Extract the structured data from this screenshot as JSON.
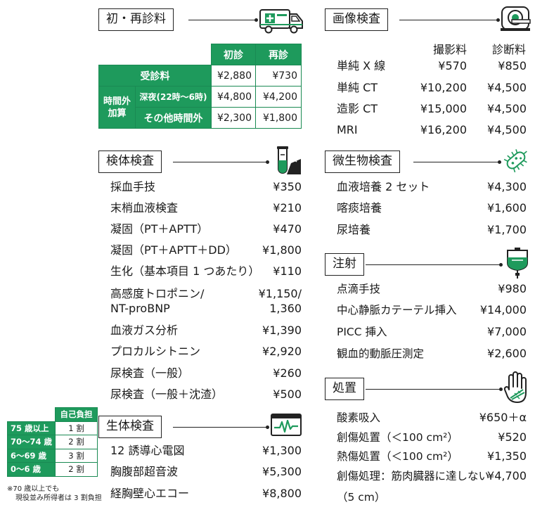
{
  "sections": {
    "shoshin": "初・再診料",
    "kentai": "検体検査",
    "seitai": "生体検査",
    "gazou": "画像検査",
    "biseibutsu": "微生物検査",
    "chusha": "注射",
    "shochi": "処置"
  },
  "fee_table": {
    "col_first": "初診",
    "col_re": "再診",
    "basic_label": "受診料",
    "basic_first": "¥2,880",
    "basic_re": "¥730",
    "overtime_label_1": "時間外",
    "overtime_label_2": "加算",
    "night_label": "深夜(22時〜6時)",
    "night_first": "¥4,800",
    "night_re": "¥4,200",
    "other_label": "その他時間外",
    "other_first": "¥2,300",
    "other_re": "¥1,800"
  },
  "kentai_items": [
    {
      "name": "採血手技",
      "price": "¥350"
    },
    {
      "name": "末梢血液検査",
      "price": "¥210"
    },
    {
      "name": "凝固（PT＋APTT）",
      "price": "¥470"
    },
    {
      "name": "凝固（PT＋APTT＋DD）",
      "price": "¥1,800"
    },
    {
      "name": "生化（基本項目 1 つあたり）",
      "price": "¥110"
    },
    {
      "name": "高感度トロポニン/",
      "price": "¥1,150/"
    },
    {
      "name": "NT-proBNP",
      "price": "1,360"
    },
    {
      "name": "血液ガス分析",
      "price": "¥1,390"
    },
    {
      "name": "プロカルシトニン",
      "price": "¥2,920"
    },
    {
      "name": "尿検査（一般）",
      "price": "¥260"
    },
    {
      "name": "尿検査（一般＋沈渣）",
      "price": "¥500"
    }
  ],
  "seitai_items": [
    {
      "name": "12 誘導心電図",
      "price": "¥1,300"
    },
    {
      "name": "胸腹部超音波",
      "price": "¥5,300"
    },
    {
      "name": "経胸壁心エコー",
      "price": "¥8,800"
    }
  ],
  "gazou": {
    "col_satsuei": "撮影料",
    "col_shindan": "診断料",
    "rows": [
      {
        "name": "単純 X 線",
        "satsuei": "¥570",
        "shindan": "¥850"
      },
      {
        "name": "単純 CT",
        "satsuei": "¥10,200",
        "shindan": "¥4,500"
      },
      {
        "name": "造影 CT",
        "satsuei": "¥15,000",
        "shindan": "¥4,500"
      },
      {
        "name": "MRI",
        "satsuei": "¥16,200",
        "shindan": "¥4,500"
      }
    ]
  },
  "biseibutsu_items": [
    {
      "name": "血液培養 2 セット",
      "price": "¥4,300"
    },
    {
      "name": "喀痰培養",
      "price": "¥1,600"
    },
    {
      "name": "尿培養",
      "price": "¥1,700"
    }
  ],
  "chusha_items": [
    {
      "name": "点滴手技",
      "price": "¥980"
    },
    {
      "name": "中心静脈カテーテル挿入",
      "price": "¥14,000"
    },
    {
      "name": "PICC 挿入",
      "price": "¥7,000"
    },
    {
      "name": "観血的動脈圧測定",
      "price": "¥2,600"
    }
  ],
  "shochi_items": [
    {
      "name": "酸素吸入",
      "price": "¥650＋α"
    },
    {
      "name": "創傷処置（＜100 cm²）",
      "price": "¥520"
    },
    {
      "name": "熱傷処置（＜100 cm²）",
      "price": "¥1,350"
    },
    {
      "name": "創傷処理：筋肉臓器に達しない",
      "price": "¥4,700"
    },
    {
      "name": "（5 cm）",
      "price": ""
    }
  ],
  "burden_table": {
    "header": "自己負担",
    "rows": [
      {
        "age": "75 歳以上",
        "ratio": "1 割"
      },
      {
        "age": "70〜74 歳",
        "ratio": "2 割"
      },
      {
        "age": "6〜69 歳",
        "ratio": "3 割"
      },
      {
        "age": "0〜6 歳",
        "ratio": "2 割"
      }
    ],
    "note_1": "※70 歳以上でも",
    "note_2": "現役並み所得者は 3 割負担"
  },
  "colors": {
    "accent": "#1e9a5c",
    "line": "#222222"
  },
  "icons": [
    "ambulance-icon",
    "test-tube-icon",
    "ecg-monitor-icon",
    "ct-scanner-icon",
    "bacteria-icon",
    "iv-bag-icon",
    "bandaged-hand-icon"
  ]
}
